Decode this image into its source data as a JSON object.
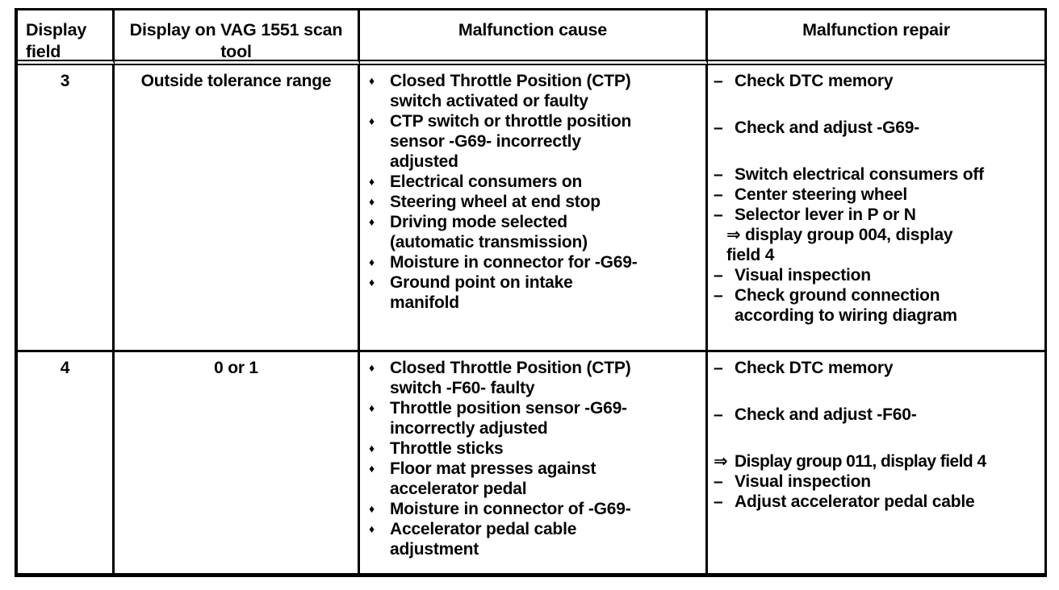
{
  "table": {
    "headers": {
      "display_field": "Display field",
      "scan_tool": "Display on VAG 1551 scan tool",
      "cause": "Malfunction cause",
      "repair": "Malfunction repair"
    },
    "markers": {
      "cause_bullet": "♦",
      "repair_dash": "–",
      "arrow": "⇒"
    },
    "colors": {
      "ink": "#050505",
      "paper": "#ffffff"
    },
    "rows": [
      {
        "display_field": "3",
        "scan_tool_display": "Outside tolerance range",
        "causes": [
          "Closed Throttle Position (CTP)\nswitch activated or faulty",
          "CTP switch or throttle position\nsensor -G69- incorrectly\nadjusted",
          "Electrical consumers on",
          "Steering wheel at end stop",
          "Driving mode selected\n(automatic transmission)",
          "Moisture in connector for -G69-",
          "Ground point on intake\nmanifold"
        ],
        "repairs": [
          {
            "marker": "–",
            "text": "Check DTC memory"
          },
          {
            "marker": "–",
            "text": "Check and adjust -G69-"
          },
          {
            "marker": "–",
            "text": "Switch electrical consumers off"
          },
          {
            "marker": "–",
            "text": "Center steering wheel"
          },
          {
            "marker": "–",
            "text": "Selector lever in P or N",
            "sub": "⇒ display group 004, display\nfield 4"
          },
          {
            "marker": "–",
            "text": "Visual inspection"
          },
          {
            "marker": "–",
            "text": "Check ground connection\naccording to wiring diagram"
          }
        ]
      },
      {
        "display_field": "4",
        "scan_tool_display": "0 or 1",
        "causes": [
          "Closed Throttle Position (CTP)\nswitch -F60- faulty",
          "Throttle position sensor -G69-\nincorrectly adjusted",
          "Throttle sticks",
          "Floor mat presses against\naccelerator pedal",
          "Moisture in connector of -G69-",
          "Accelerator pedal cable\nadjustment"
        ],
        "repairs": [
          {
            "marker": "–",
            "text": "Check DTC memory"
          },
          {
            "marker": "–",
            "text": "Check and adjust -F60-"
          },
          {
            "marker": "⇒",
            "text": "Display group 011, display field 4"
          },
          {
            "marker": "–",
            "text": "Visual inspection"
          },
          {
            "marker": "–",
            "text": "Adjust accelerator pedal cable"
          }
        ]
      }
    ]
  }
}
